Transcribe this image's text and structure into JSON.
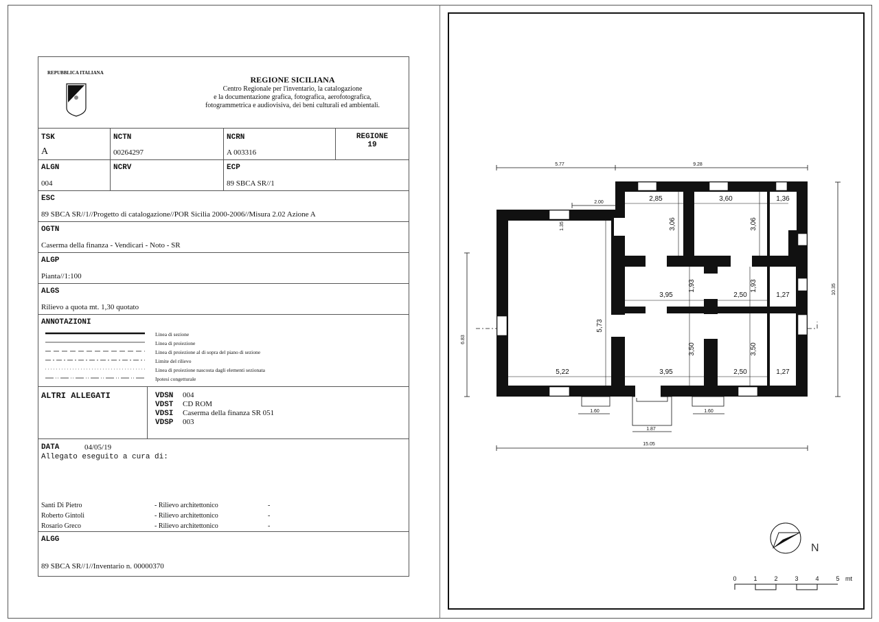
{
  "header": {
    "republic": "REPUBBLICA ITALIANA",
    "region": "REGIONE SICILIANA",
    "center_lines": [
      "Centro Regionale per l'inventario, la catalogazione",
      "e la documentazione grafica, fotografica, aerofotografica,",
      "fotogrammetrica e audiovisiva, dei beni culturali ed ambientali."
    ]
  },
  "fields": {
    "tsk": {
      "label": "TSK",
      "value": "A"
    },
    "nctn": {
      "label": "NCTN",
      "value": "00264297"
    },
    "ncrn": {
      "label": "NCRN",
      "value": "A 003316"
    },
    "regione": {
      "label": "REGIONE",
      "value": "19"
    },
    "algn": {
      "label": "ALGN",
      "value": "004"
    },
    "ncrv": {
      "label": "NCRV",
      "value": ""
    },
    "ecp": {
      "label": "ECP",
      "value": "89 SBCA SR//1"
    },
    "esc": {
      "label": "ESC",
      "value": "89 SBCA SR//1//Progetto di catalogazione//POR Sicilia 2000-2006//Misura 2.02 Azione A"
    },
    "ogtn": {
      "label": "OGTN",
      "value": "Caserma della finanza - Vendicari - Noto - SR"
    },
    "algp": {
      "label": "ALGP",
      "value": "Pianta//1:100"
    },
    "algs": {
      "label": "ALGS",
      "value": "Rilievo a quota mt. 1,30 quotato"
    },
    "algg": {
      "label": "ALGG",
      "value": "89 SBCA SR//1//Inventario n. 00000370"
    }
  },
  "annotazioni": {
    "label": "ANNOTAZIONI",
    "legend": [
      "Linea di sezione",
      "Linea di proiezione",
      "Linea di proiezione al di sopra del piano di sezione",
      "Limite del rilievo",
      "Linea di proiezione nascosta dagli elementi sezionata",
      "Ipotesi congetturale"
    ]
  },
  "altri": {
    "label": "ALTRI ALLEGATI",
    "items": [
      {
        "k": "VDSN",
        "v": "004"
      },
      {
        "k": "VDST",
        "v": "CD ROM"
      },
      {
        "k": "VDSI",
        "v": "Caserma della finanza SR 051"
      },
      {
        "k": "VDSP",
        "v": "003"
      }
    ]
  },
  "data": {
    "label": "DATA",
    "value": "04/05/19",
    "cura": "Allegato eseguito a cura di:",
    "people": [
      {
        "name": "Santi Di Pietro",
        "role": "- Rilievo architettonico",
        "end": "-"
      },
      {
        "name": "Roberto Gintoli",
        "role": "- Rilievo architettonico",
        "end": "-"
      },
      {
        "name": "Rosario Greco",
        "role": "- Rilievo architettonico",
        "end": "-"
      }
    ]
  },
  "plan": {
    "dims": {
      "top_left": "5.77",
      "top_right": "9.28",
      "total": "15.05",
      "height": "10.35",
      "left_height": "6.83",
      "stair_w": "2.00",
      "stair_h": "1.35",
      "step1": "1.60",
      "step2": "1.60",
      "entrance": "1.87"
    },
    "rooms": [
      "2,85",
      "3,06",
      "3,60",
      "3,06",
      "1,36",
      "5,73",
      "5,22",
      "3,95",
      "1,93",
      "2,50",
      "1,93",
      "1,27",
      "3,95",
      "3,50",
      "2,50",
      "3,50",
      "1,27"
    ],
    "north": "N",
    "scale": [
      "0",
      "1",
      "2",
      "3",
      "4",
      "5"
    ],
    "scale_unit": "mt"
  }
}
